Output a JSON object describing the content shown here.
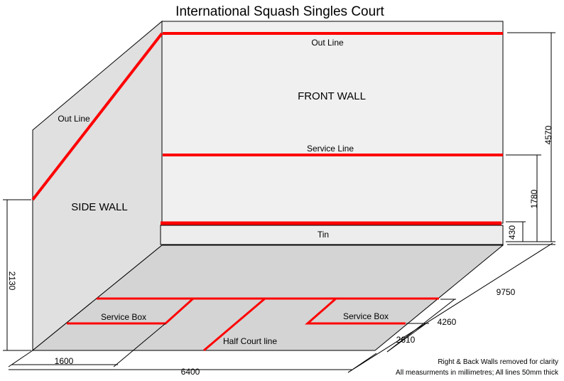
{
  "title": "International Squash Singles Court",
  "labels": {
    "front_wall": "FRONT WALL",
    "side_wall": "SIDE WALL",
    "front_out_line": "Out Line",
    "side_out_line": "Out Line",
    "service_line": "Service Line",
    "tin": "Tin",
    "service_box_left": "Service Box",
    "service_box_right": "Service Box",
    "half_court_line": "Half Court line"
  },
  "dimensions": {
    "front_wall_height": "4570",
    "service_line_height": "1780",
    "tin_height": "430",
    "side_out_line_height": "2130",
    "court_length": "9750",
    "short_line_distance": "4260",
    "service_box_depth": "2610",
    "service_box_width": "1600",
    "court_width": "6400"
  },
  "notes": {
    "line1": "Right & Back Walls removed for clarity",
    "line2": "All measurments in millimetres; All lines 50mm thick"
  },
  "colors": {
    "court_line": "#ff0000",
    "front_wall": "#f0f0f0",
    "side_wall": "#e0e0e0",
    "floor": "#d4d4d4",
    "tin": "#ededed"
  }
}
